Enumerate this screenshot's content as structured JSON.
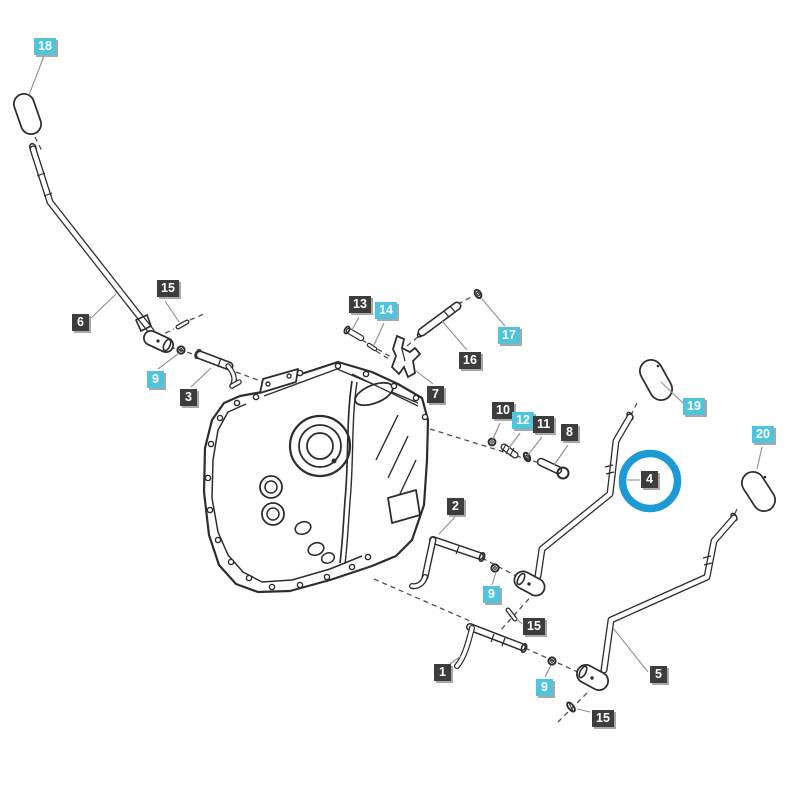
{
  "diagram": {
    "type": "exploded-parts-diagram",
    "labels": [
      {
        "text": "18",
        "variant": "cyan"
      },
      {
        "text": "6",
        "variant": "dark"
      },
      {
        "text": "15",
        "variant": "dark"
      },
      {
        "text": "9",
        "variant": "cyan"
      },
      {
        "text": "3",
        "variant": "dark"
      },
      {
        "text": "13",
        "variant": "dark"
      },
      {
        "text": "14",
        "variant": "cyan"
      },
      {
        "text": "16",
        "variant": "dark"
      },
      {
        "text": "17",
        "variant": "cyan"
      },
      {
        "text": "7",
        "variant": "dark"
      },
      {
        "text": "10",
        "variant": "dark"
      },
      {
        "text": "12",
        "variant": "cyan"
      },
      {
        "text": "11",
        "variant": "dark"
      },
      {
        "text": "8",
        "variant": "dark"
      },
      {
        "text": "4",
        "variant": "dark"
      },
      {
        "text": "19",
        "variant": "cyan"
      },
      {
        "text": "20",
        "variant": "cyan"
      },
      {
        "text": "2",
        "variant": "dark"
      },
      {
        "text": "9",
        "variant": "cyan"
      },
      {
        "text": "15",
        "variant": "dark"
      },
      {
        "text": "1",
        "variant": "dark"
      },
      {
        "text": "9",
        "variant": "cyan"
      },
      {
        "text": "5",
        "variant": "dark"
      },
      {
        "text": "15",
        "variant": "dark"
      }
    ],
    "highlight": {
      "circled_label": "4",
      "shape": "circle",
      "color": "#1b9ad6"
    },
    "colors": {
      "background": "#ffffff",
      "label_dark_bg": "#3d3d3d",
      "label_cyan_bg": "#4fc4dc",
      "label_text": "#ffffff",
      "line_art": "#2d2d2d",
      "leader_line": "#8f8f8f",
      "highlight_circle": "#1b9ad6"
    }
  }
}
